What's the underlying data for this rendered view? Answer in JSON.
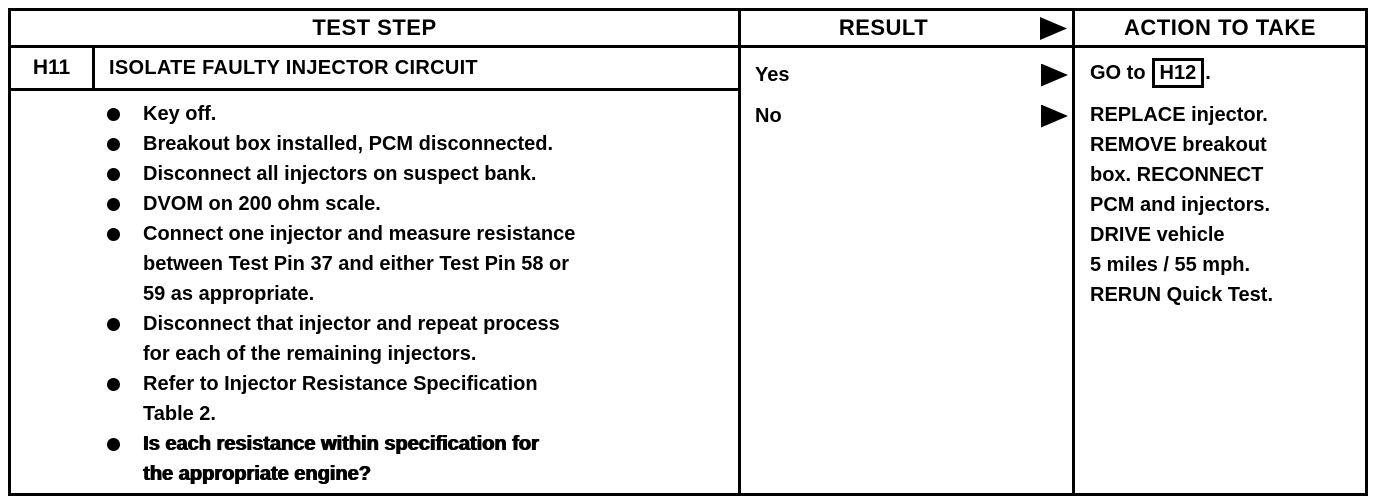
{
  "page": {
    "background": "#ffffff",
    "ink": "#000000"
  },
  "table": {
    "headers": {
      "test_step": "TEST STEP",
      "result": "RESULT",
      "action": "ACTION TO TAKE"
    },
    "step": {
      "id": "H11",
      "title": "ISOLATE FAULTY INJECTOR CIRCUIT",
      "bullets": [
        {
          "text": "Key off.",
          "bold": false
        },
        {
          "text": "Breakout box installed, PCM disconnected.",
          "bold": false
        },
        {
          "text": "Disconnect all injectors on suspect bank.",
          "bold": false
        },
        {
          "text": "DVOM on 200 ohm scale.",
          "bold": false
        },
        {
          "text": "Connect one injector and measure resistance\nbetween Test Pin 37 and either Test Pin 58 or\n59 as appropriate.",
          "bold": false
        },
        {
          "text": "Disconnect that injector and repeat process\nfor each of the remaining injectors.",
          "bold": false
        },
        {
          "text": "Refer to Injector Resistance Specification\nTable 2.",
          "bold": false
        },
        {
          "text": "Is each resistance within specification for\nthe appropriate engine?",
          "bold": true
        }
      ]
    },
    "rows": [
      {
        "result": "Yes",
        "action": {
          "prefix": "GO to",
          "ref_box": "H12",
          "suffix": "."
        }
      },
      {
        "result": "No",
        "action": {
          "text": "REPLACE injector.\nREMOVE breakout\nbox. RECONNECT\nPCM and injectors.\nDRIVE vehicle\n5 miles / 55 mph.\nRERUN Quick Test."
        }
      }
    ]
  }
}
